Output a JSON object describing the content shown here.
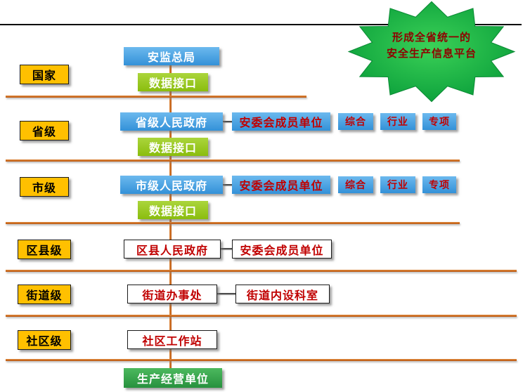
{
  "banner": {
    "line1": "形成全省统一的",
    "line2": "安全生产信息平台"
  },
  "levels": {
    "national": "国家",
    "provincial": "省级",
    "municipal": "市级",
    "county": "区县级",
    "street": "街道级",
    "community": "社区级"
  },
  "nodes": {
    "top_bureau": "安监总局",
    "data_interface": "数据接口",
    "provincial_gov": "省级人民政府",
    "municipal_gov": "市级人民政府",
    "county_gov": "区县人民政府",
    "street_office": "街道办事处",
    "community_station": "社区工作站",
    "enterprise": "生产经营单位",
    "committee_units": "安委会成员单位",
    "street_departments": "街道内设科室",
    "tag_comprehensive": "综合",
    "tag_industry": "行业",
    "tag_special": "专项"
  },
  "colors": {
    "level_label_yellow": "#FFC000",
    "node_blue": "#3C9BDF",
    "interface_green": "#9AC720",
    "enterprise_green": "#33A04A",
    "red_text": "#C00000",
    "starburst_green": "#11AD48",
    "separator_orange": "#C96A1B"
  }
}
